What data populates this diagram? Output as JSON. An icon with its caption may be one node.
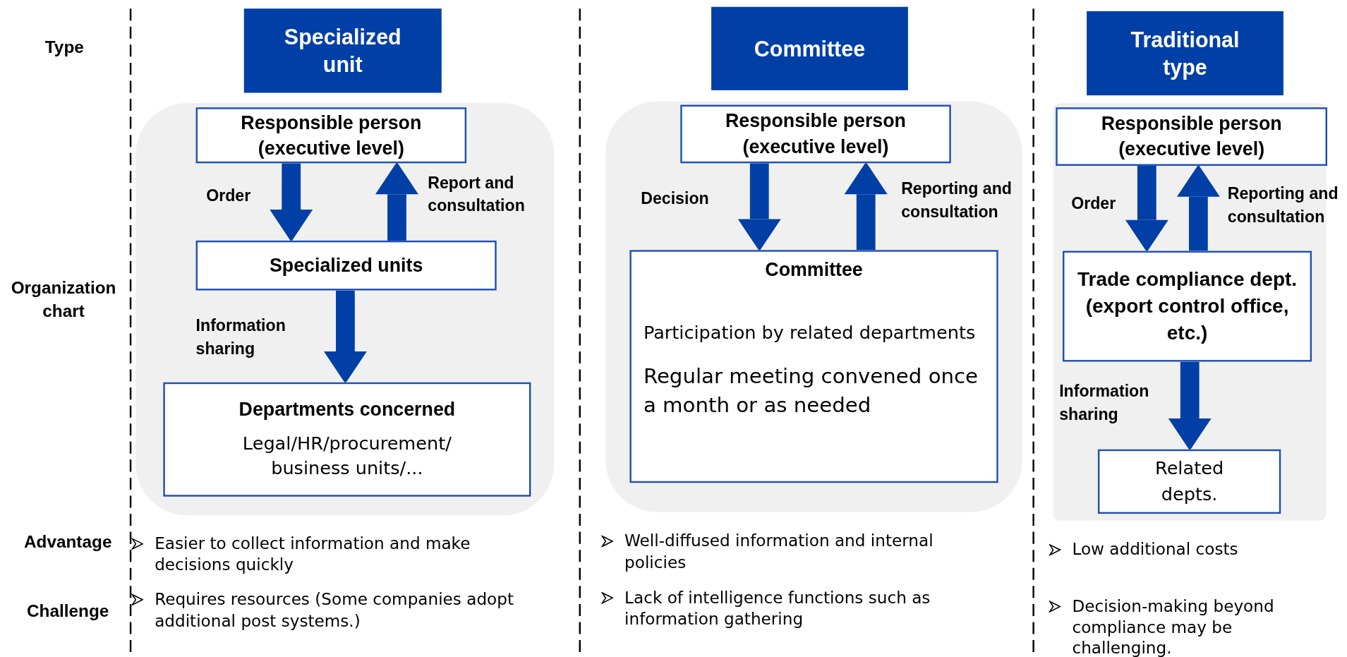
{
  "diagram": {
    "nodes": [
      {
        "text": [
          "Specialized unit"
        ]
      },
      {
        "text": [],
        "shape": "box"
      },
      {
        "text": [
          "Responsible person (executive level)"
        ],
        "in": 1
      },
      {
        "text": [
          "Specialized units"
        ],
        "in": 1
      },
      {
        "text": [
          "Departments concerned",
          "Legal/HR/procurement/ business units/..."
        ],
        "in": 1
      },
      {
        "text": [
          "Committee"
        ]
      },
      {
        "text": [],
        "shape": "box"
      },
      {
        "text": [
          "Responsible person (executive level)"
        ],
        "in": 6
      },
      {
        "text": [
          "Committee",
          "Participation by related departments",
          "Regular meeting convened once a month or as needed"
        ],
        "in": 6
      },
      {
        "text": [
          "Traditional type"
        ]
      },
      {
        "text": [],
        "shape": "box"
      },
      {
        "text": [
          "Responsible person (executive level)"
        ],
        "in": 10
      },
      {
        "text": [
          "Trade compliance dept. (export control office, etc.)"
        ],
        "in": 10
      },
      {
        "text": [
          "Related depts."
        ],
        "in": 10
      }
    ],
    "edges": [
      {
        "from": 2,
        "to": 3,
        "arrow": "to",
        "label": "Order"
      },
      {
        "from": 3,
        "to": 2,
        "arrow": "to",
        "label": "Report and consultation"
      },
      {
        "from": 3,
        "to": 4,
        "arrow": "to",
        "label": "Information sharing"
      },
      {
        "from": 7,
        "to": 8,
        "arrow": "to",
        "label": "Decision"
      },
      {
        "from": 8,
        "to": 7,
        "arrow": "to",
        "label": "Reporting and consultation"
      },
      {
        "from": 11,
        "to": 12,
        "arrow": "to",
        "label": "Order"
      },
      {
        "from": 12,
        "to": 11,
        "arrow": "to",
        "label": "Reporting and consultation"
      },
      {
        "from": 12,
        "to": 13,
        "arrow": "to",
        "label": "Information sharing"
      }
    ],
    "labels": [
      "Type",
      "Organization chart",
      "Advantage",
      "Easier to collect information and make decisions quickly",
      "Well-diffused information and internal policies",
      "Low additional costs",
      "Challenge",
      "Requires resources (Some companies adopt additional post systems.)",
      "Lack of intelligence functions such as information gathering",
      "Decision-making beyond compliance may be challenging."
    ]
  }
}
